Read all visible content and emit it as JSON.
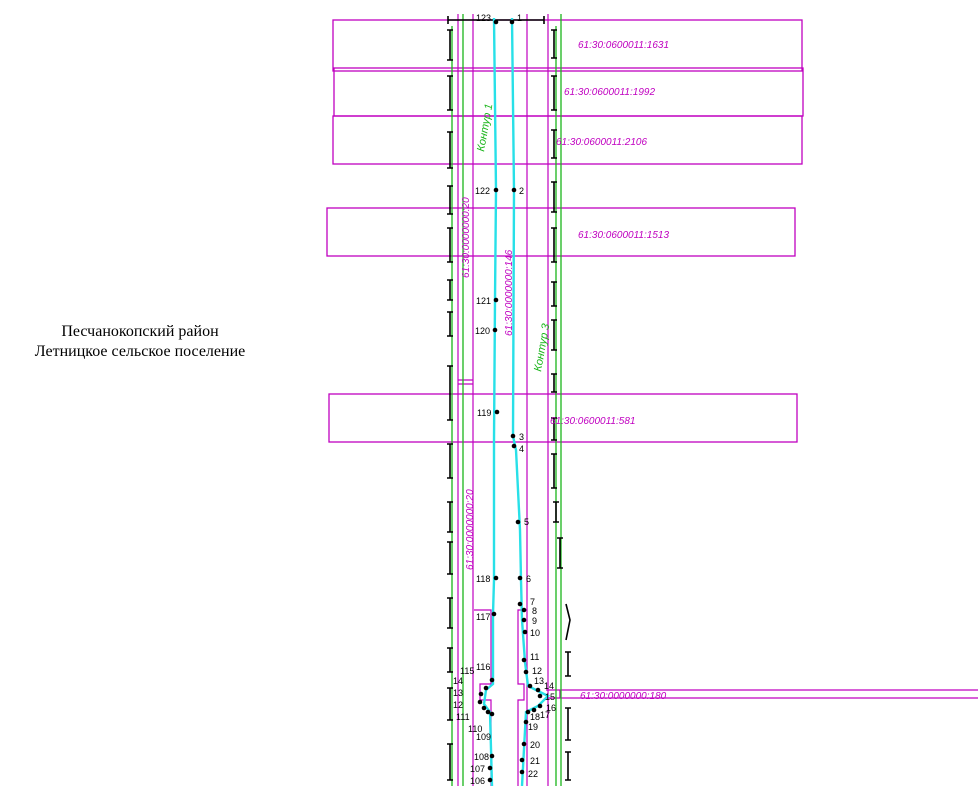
{
  "region": {
    "line1": "Песчанокопский район",
    "line2": "Летницкое сельское поселение"
  },
  "colors": {
    "parcel": "#c000c0",
    "contour": "#1bb51b",
    "axis": "#28e0e8",
    "boundary": "#000000",
    "point": "#000000"
  },
  "parcels": [
    "61:30:0600011:1631",
    "61:30:0600011:1992",
    "61:30:0600011:2106",
    "61:30:0600011:1513",
    "61:30:0600011:581",
    "61:30:0000000:180"
  ],
  "vertical_parcels": [
    "61:30:0000000:20",
    "61:30:0000000:146",
    "61:30:0000000:20"
  ],
  "contours": [
    "Контур 1",
    "Контур 3"
  ],
  "points": [
    "123",
    "1",
    "122",
    "2",
    "121",
    "120",
    "119",
    "3",
    "4",
    "5",
    "118",
    "6",
    "117",
    "7",
    "8",
    "9",
    "10",
    "11",
    "12",
    "13",
    "14",
    "15",
    "16",
    "17",
    "18",
    "19",
    "116",
    "115",
    "14",
    "13",
    "12",
    "111",
    "110",
    "109",
    "20",
    "108",
    "21",
    "107",
    "22",
    "106"
  ]
}
